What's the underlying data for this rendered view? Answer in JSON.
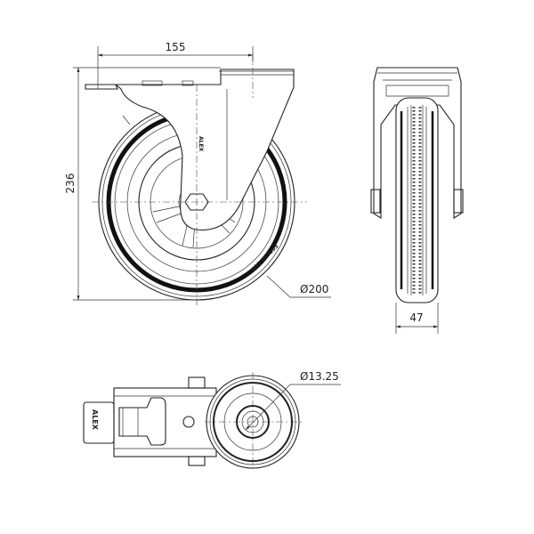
{
  "dimensions": {
    "width": "155",
    "height": "236",
    "wheel_diameter": "Ø200",
    "wheel_width": "47",
    "bore_diameter": "Ø13.25"
  },
  "markings": {
    "brand": "ALEX",
    "wheel_code": "601 057853"
  },
  "colors": {
    "line": "#222222",
    "background": "#ffffff"
  }
}
